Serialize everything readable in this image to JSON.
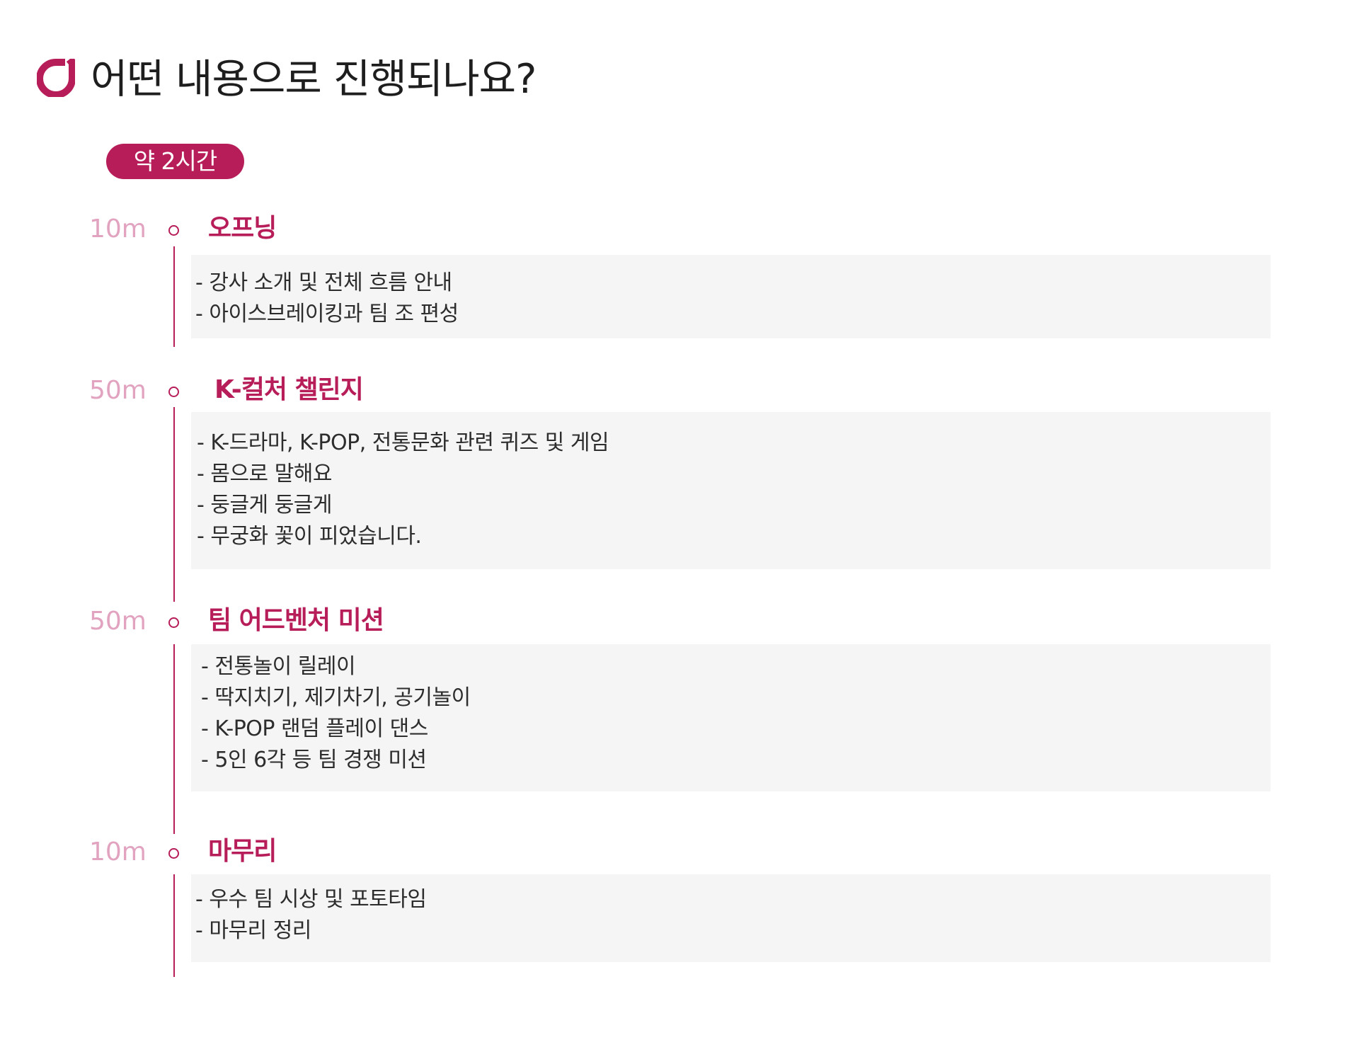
{
  "header": {
    "title": "어떤 내용으로 진행되나요?",
    "logo_icon": "brand-hook-icon",
    "accent_color": "#b71d58"
  },
  "duration_badge": "약 2시간",
  "steps": [
    {
      "duration": "10m",
      "title": "오프닝",
      "items": [
        "- 강사 소개 및 전체 흐름 안내",
        "- 아이스브레이킹과 팀 조 편성"
      ]
    },
    {
      "duration": "50m",
      "title": "K-컬처 챌린지",
      "items": [
        "- K-드라마, K-POP, 전통문화 관련 퀴즈 및 게임",
        "- 몸으로 말해요",
        "- 둥글게 둥글게",
        "- 무궁화 꽃이 피었습니다."
      ]
    },
    {
      "duration": "50m",
      "title": "팀 어드벤처 미션",
      "items": [
        "- 전통놀이 릴레이",
        "- 딱지치기, 제기차기, 공기놀이",
        "- K-POP 랜덤 플레이 댄스",
        "- 5인 6각 등 팀 경쟁 미션"
      ]
    },
    {
      "duration": "10m",
      "title": "마무리",
      "items": [
        "- 우수 팀 시상 및 포토타임",
        "- 마무리 정리"
      ]
    }
  ]
}
